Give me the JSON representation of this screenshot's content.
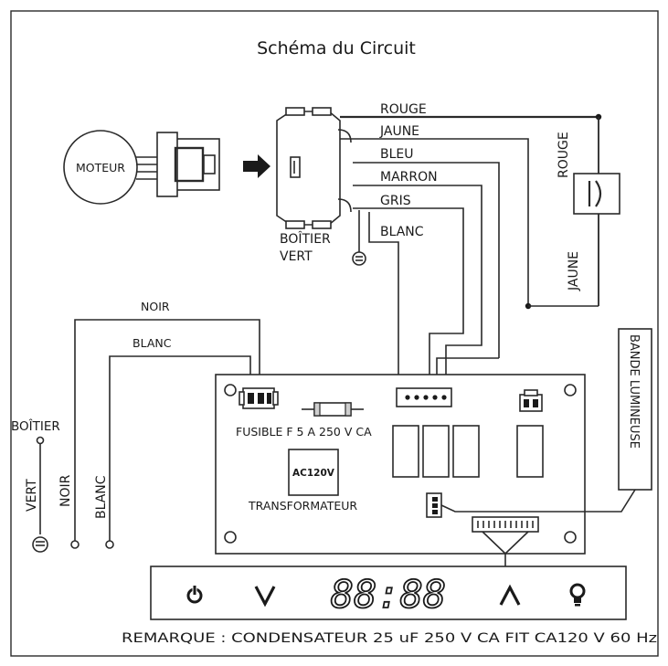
{
  "title": "Schéma du Circuit",
  "motor": {
    "label": "MOTEUR"
  },
  "housing_connector": {
    "label_line1": "BOÎTIER",
    "label_line2": "VERT"
  },
  "wires": {
    "rouge": "ROUGE",
    "jaune": "JAUNE",
    "bleu": "BLEU",
    "marron": "MARRON",
    "gris": "GRIS",
    "blanc": "BLANC"
  },
  "capacitor": {
    "wire_top": "ROUGE",
    "wire_bottom": "JAUNE"
  },
  "mains": {
    "noir_top": "NOIR",
    "blanc_top": "BLANC",
    "ground_line1": "BOÎTIER",
    "ground_line2": "VERT",
    "noir_vertical": "NOIR",
    "blanc_vertical": "BLANC"
  },
  "board": {
    "fuse_label": "FUSIBLE F 5 A 250 V CA",
    "transformer_chip": "AC120V",
    "transformer_label": "TRANSFORMATEUR"
  },
  "light_strip": {
    "label": "BANDE LUMINEUSE"
  },
  "control_panel": {
    "display": "88:88"
  },
  "note": "REMARQUE : CONDENSATEUR 25 uF 250 V CA FIT CA120 V 60 Hz"
}
